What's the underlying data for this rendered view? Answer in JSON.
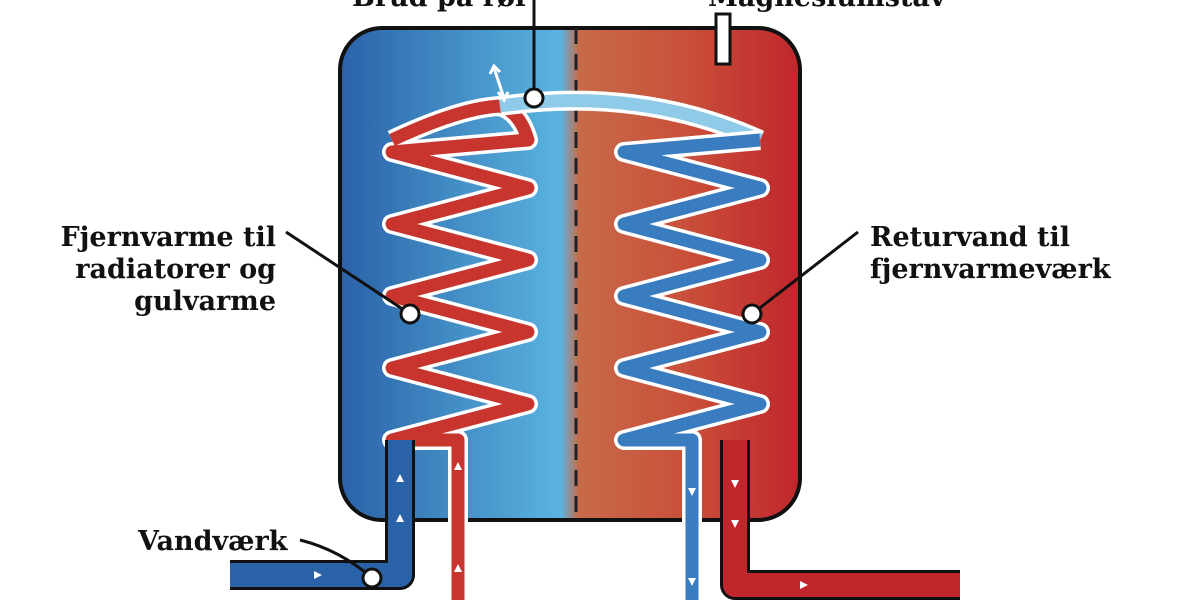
{
  "labels": {
    "top_left": "Brud på rør",
    "top_right": "Magnesiumstav",
    "left_coil": [
      "Fjernvarme til",
      "radiatorer og",
      "gulvarme"
    ],
    "right_coil": [
      "Returvand til",
      "fjernvarmeværk"
    ],
    "inlet": "Vandværk"
  },
  "colors": {
    "hot": "#c0262c",
    "cold": "#2a62a8",
    "mid": "#5ab0dc",
    "warm": "#d0603c"
  }
}
